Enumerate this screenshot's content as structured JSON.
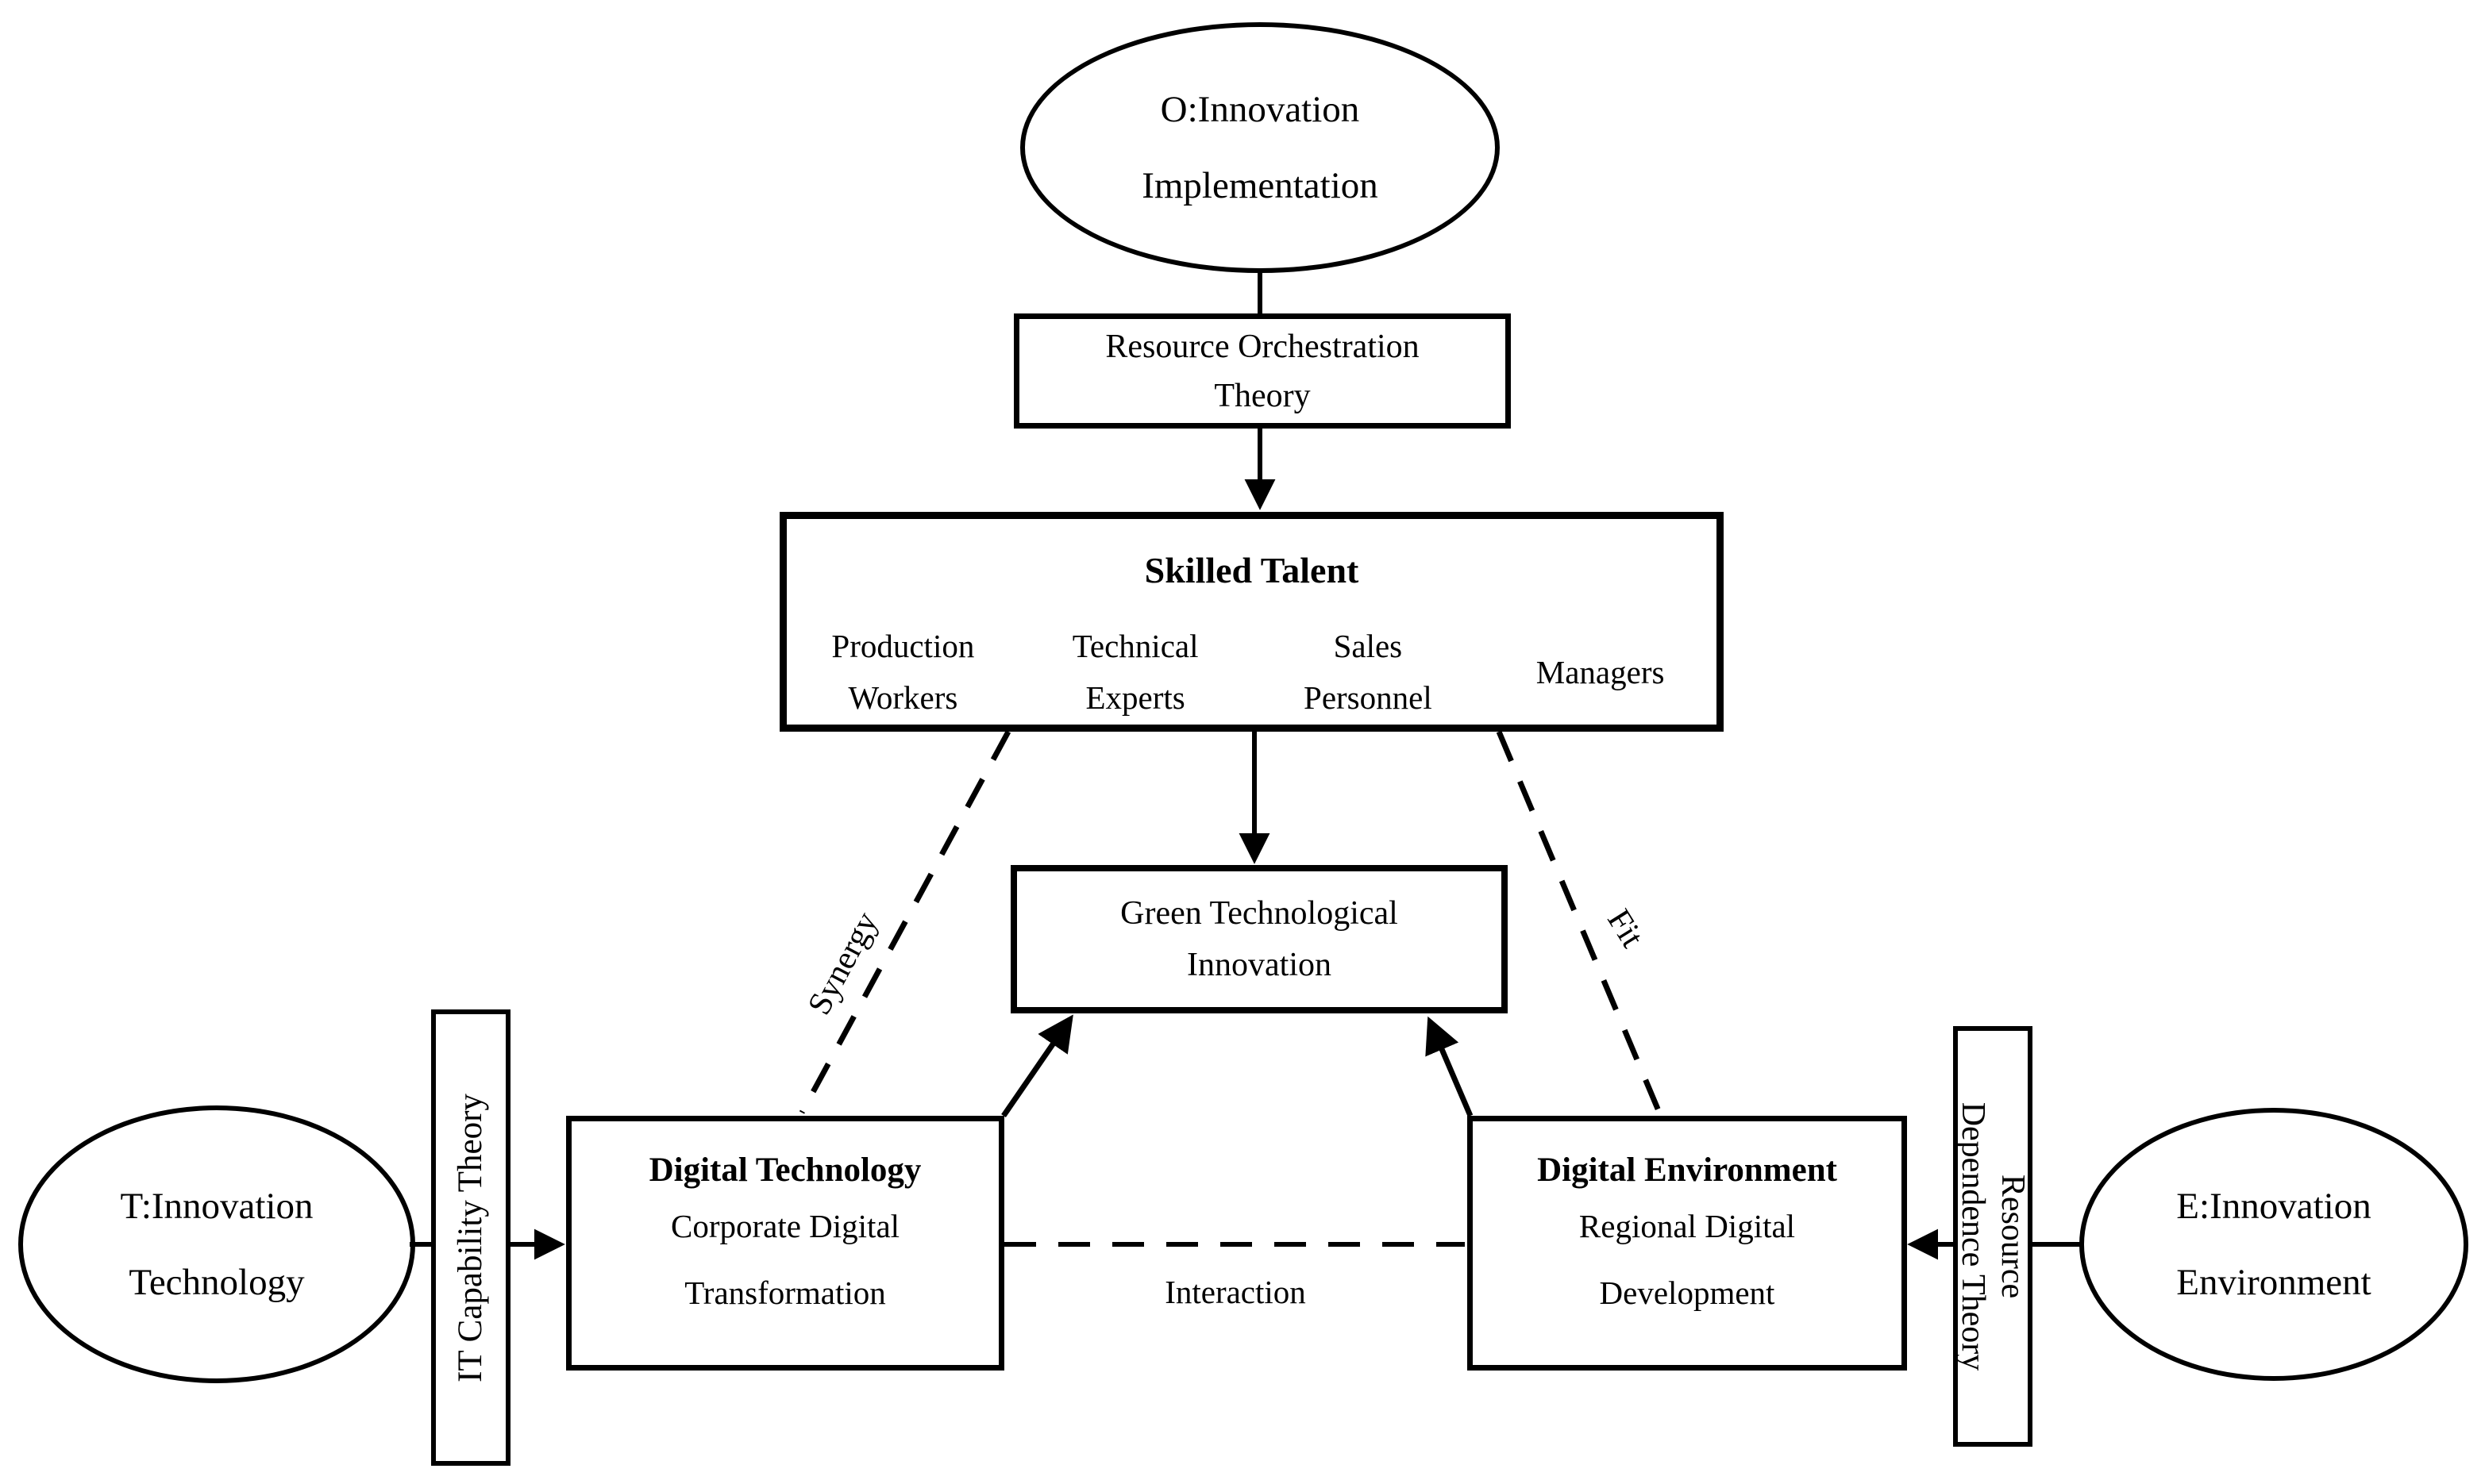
{
  "colors": {
    "ink": "#000000",
    "background": "#ffffff"
  },
  "nodes": {
    "innovation_implementation": {
      "line1": "O:Innovation",
      "line2": "Implementation"
    },
    "resource_orchestration": {
      "line1": "Resource Orchestration",
      "line2": "Theory"
    },
    "skilled_talent": {
      "title": "Skilled Talent",
      "items": [
        {
          "line1": "Production",
          "line2": "Workers"
        },
        {
          "line1": "Technical",
          "line2": "Experts"
        },
        {
          "line1": "Sales",
          "line2": "Personnel"
        },
        {
          "line1": "Managers"
        }
      ]
    },
    "green_tech_innovation": {
      "line1": "Green Technological",
      "line2": "Innovation"
    },
    "digital_technology": {
      "title": "Digital Technology",
      "line1": "Corporate Digital",
      "line2": "Transformation"
    },
    "digital_environment": {
      "title": "Digital Environment",
      "line1": "Regional Digital",
      "line2": "Development"
    },
    "innovation_technology": {
      "line1": "T:Innovation",
      "line2": "Technology"
    },
    "innovation_environment": {
      "line1": "E:Innovation",
      "line2": "Environment"
    },
    "it_capability_theory": {
      "label": "IT Capability Theory"
    },
    "resource_dependence_theory": {
      "line1": "Resource",
      "line2": "Dependence Theory"
    }
  },
  "edges": {
    "synergy": "Synergy",
    "fit": "Fit",
    "interaction": "Interaction"
  }
}
